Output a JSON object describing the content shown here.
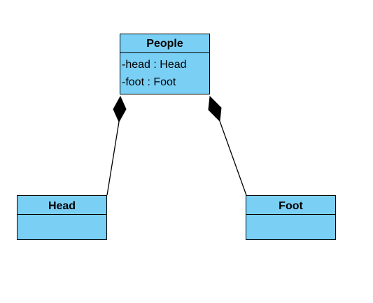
{
  "diagram": {
    "type": "uml-class-diagram",
    "colors": {
      "class_fill": "#7acff5",
      "class_border": "#000000",
      "line": "#000000",
      "background": "#ffffff"
    },
    "classes": [
      {
        "id": "people",
        "name": "People",
        "attributes": [
          "-head : Head",
          "-foot : Foot"
        ]
      },
      {
        "id": "head",
        "name": "Head",
        "attributes": []
      },
      {
        "id": "foot",
        "name": "Foot",
        "attributes": []
      }
    ],
    "relationships": [
      {
        "type": "composition",
        "whole": "people",
        "part": "head"
      },
      {
        "type": "composition",
        "whole": "people",
        "part": "foot"
      }
    ]
  }
}
